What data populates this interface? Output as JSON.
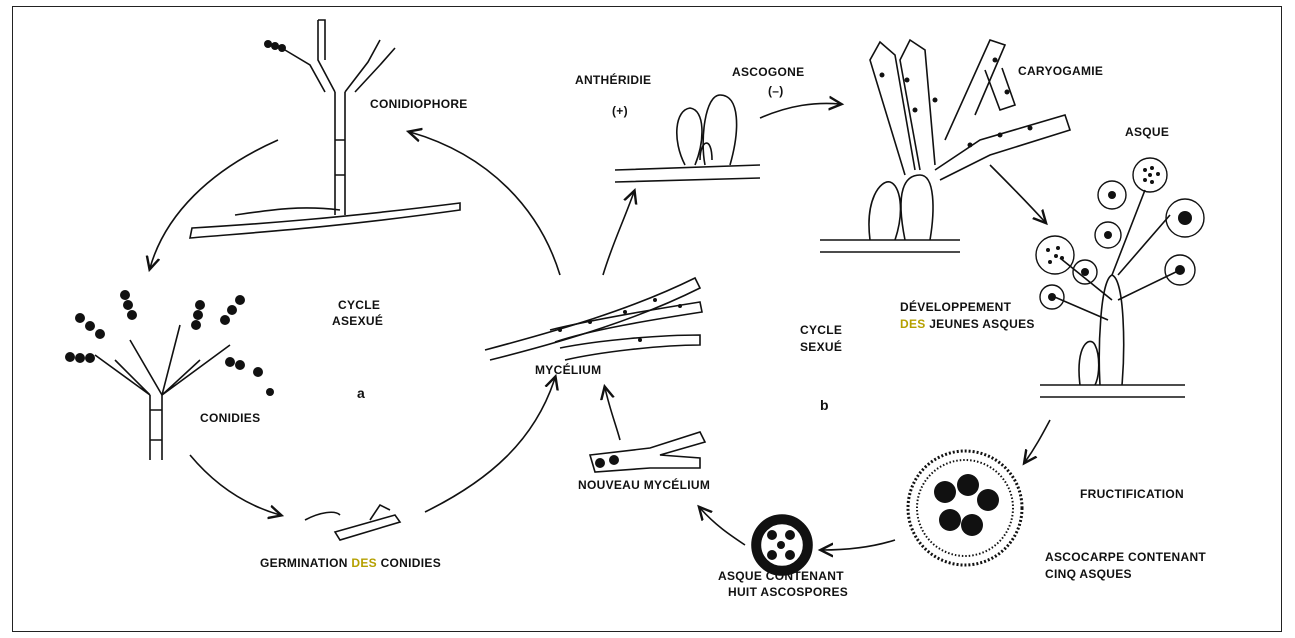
{
  "labels": {
    "conidiophore": "CONIDIOPHORE",
    "cycle_asexue_1": "CYCLE",
    "cycle_asexue_2": "ASEXUÉ",
    "letter_a": "a",
    "conidies": "CONIDIES",
    "germination_pre": "GERMINATION ",
    "germination_des": "DES",
    "germination_post": " CONIDIES",
    "mycelium": "MYCÉLIUM",
    "nouveau_mycelium": "NOUVEAU MYCÉLIUM",
    "antheridie": "ANTHÉRIDIE",
    "antheridie_sign": "(+)",
    "ascogone": "ASCOGONE",
    "ascogone_sign": "(–)",
    "caryogamie": "CARYOGAMIE",
    "asque": "ASQUE",
    "developpement": "DÉVELOPPEMENT",
    "jeunes_des": "DES",
    "jeunes_post": " JEUNES ASQUES",
    "cycle_sexue_1": "CYCLE",
    "cycle_sexue_2": "SEXUÉ",
    "letter_b": "b",
    "fructification": "FRUCTIFICATION",
    "ascocarpe_1": "ASCOCARPE CONTENANT",
    "ascocarpe_2": "CINQ ASQUES",
    "asque_contenant_1": "ASQUE CONTENANT",
    "asque_contenant_2": "HUIT ASCOSPORES"
  },
  "colors": {
    "highlight": "#b5a000",
    "ink": "#111111"
  }
}
